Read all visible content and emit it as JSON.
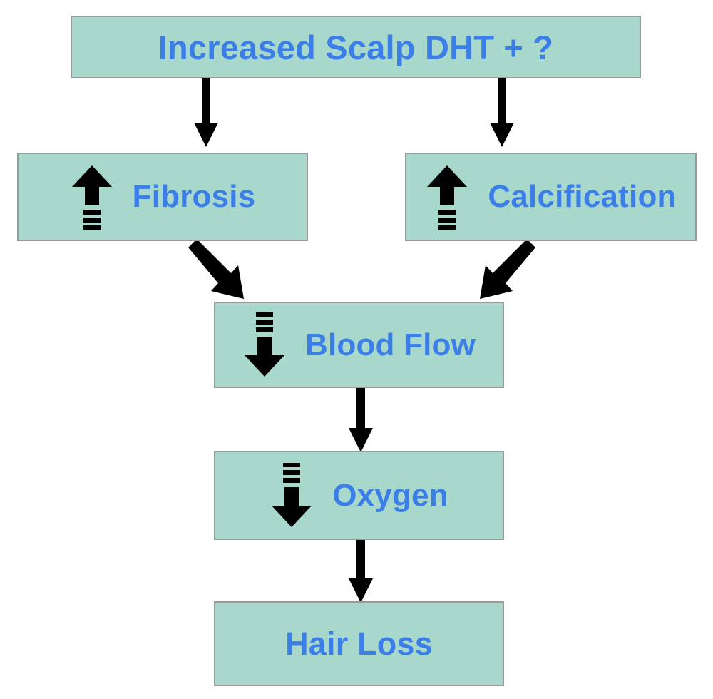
{
  "diagram": {
    "title": "Increased Scalp DHT pathway to Hair Loss",
    "type": "flowchart",
    "colors": {
      "box_fill": "#a8d8cc",
      "box_border": "#999a9a",
      "label_text": "#3b7ee8",
      "arrow": "#000000",
      "background": "#ffffff"
    },
    "nodes": [
      {
        "id": "dht",
        "label": "Increased Scalp DHT + ?",
        "trend": "none"
      },
      {
        "id": "fibrosis",
        "label": "Fibrosis",
        "trend": "up"
      },
      {
        "id": "calcif",
        "label": "Calcification",
        "trend": "up"
      },
      {
        "id": "bloodflow",
        "label": "Blood Flow",
        "trend": "down"
      },
      {
        "id": "oxygen",
        "label": "Oxygen",
        "trend": "down"
      },
      {
        "id": "hairloss",
        "label": "Hair Loss",
        "trend": "none"
      }
    ],
    "edges": [
      {
        "from": "dht",
        "to": "fibrosis",
        "direction": "down"
      },
      {
        "from": "dht",
        "to": "calcif",
        "direction": "down"
      },
      {
        "from": "fibrosis",
        "to": "bloodflow",
        "direction": "down-right"
      },
      {
        "from": "calcif",
        "to": "bloodflow",
        "direction": "down-left"
      },
      {
        "from": "bloodflow",
        "to": "oxygen",
        "direction": "down"
      },
      {
        "from": "oxygen",
        "to": "hairloss",
        "direction": "down"
      }
    ]
  }
}
